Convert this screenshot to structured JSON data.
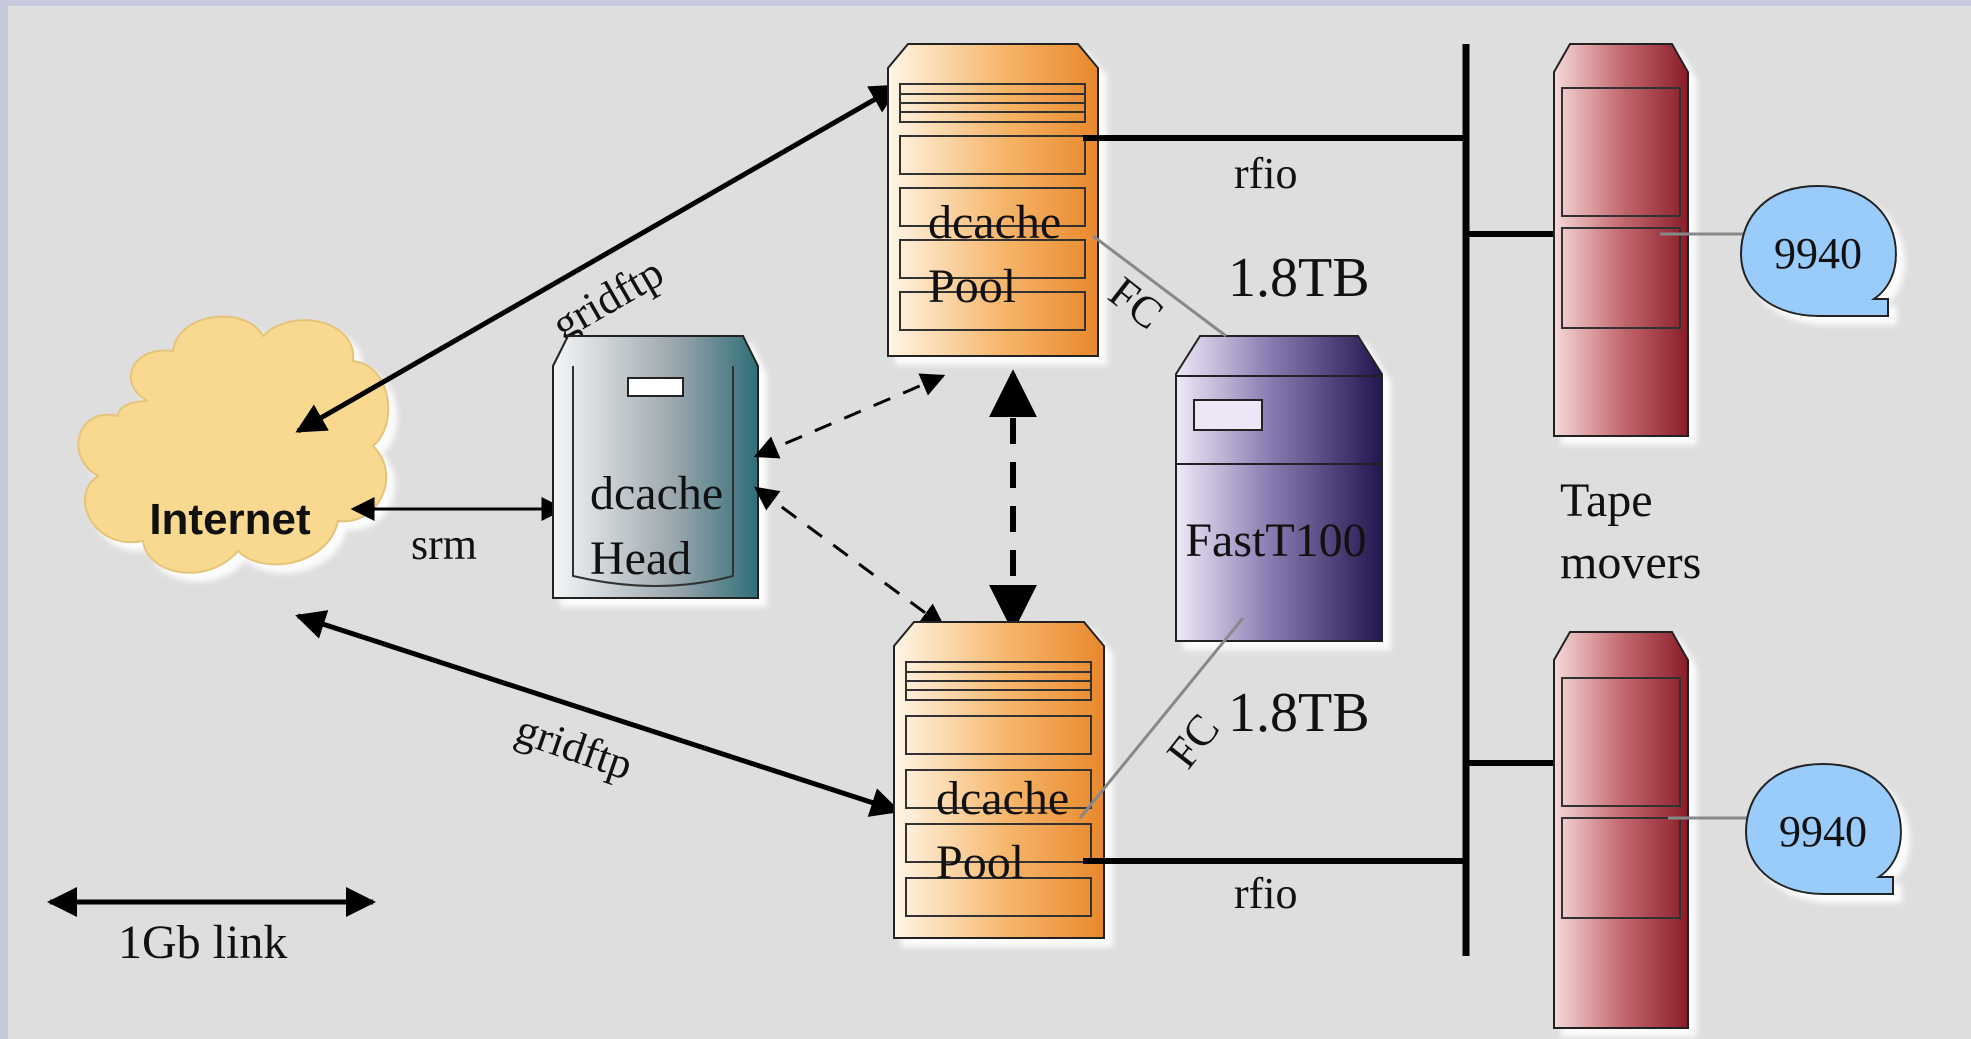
{
  "labels": {
    "internet": "Internet",
    "srm": "srm",
    "gridftp_top": "gridftp",
    "gridftp_bottom": "gridftp",
    "link_legend": "1Gb link",
    "head_line1": "dcache",
    "head_line2": "Head",
    "pool_top_line1": "dcache",
    "pool_top_line2": "Pool",
    "pool_bottom_line1": "dcache",
    "pool_bottom_line2": "Pool",
    "rfio_top": "rfio",
    "rfio_bottom": "rfio",
    "fc_top": "FC",
    "fc_bottom": "FC",
    "size_top": "1.8TB",
    "size_bottom": "1.8TB",
    "storage": "FastT100",
    "tape_line1": "Tape",
    "tape_line2": "movers",
    "tape_top": "9940",
    "tape_bottom": "9940"
  },
  "colors": {
    "cloud": "#f8d98f",
    "pool": "#f2a04a",
    "head": "#3a7c86",
    "storage": "#34265e",
    "mover": "#a1303a",
    "tape_bubble": "#99cbfb",
    "background": "#dedede",
    "frame": "#c6c9dc"
  }
}
